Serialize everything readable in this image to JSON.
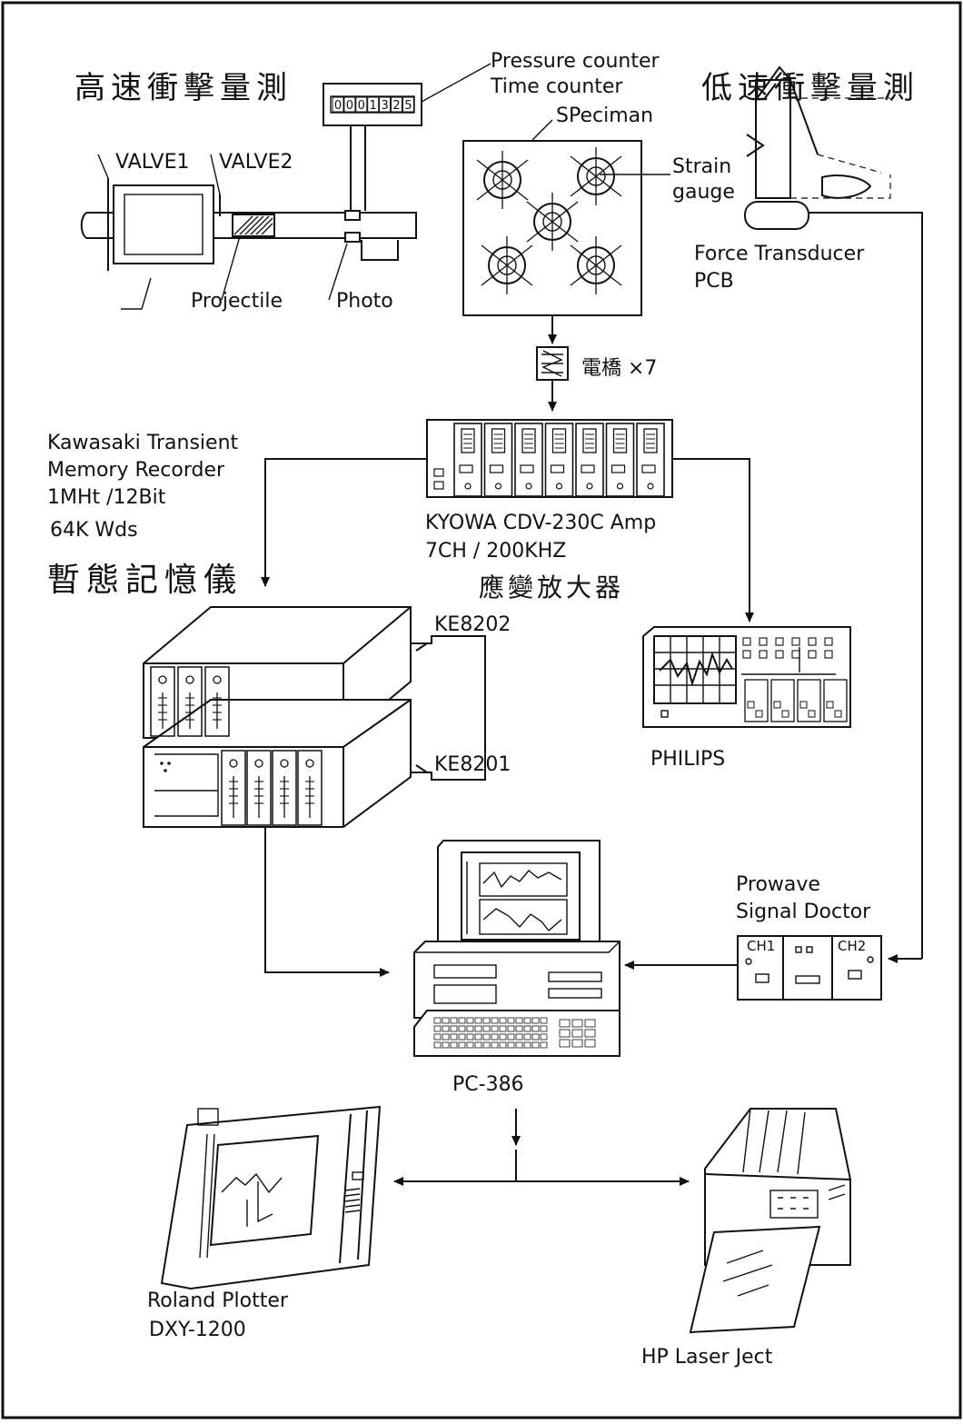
{
  "titles": {
    "high_speed": "高速衝擊量測",
    "low_speed": "低速衝擊量測"
  },
  "launcher": {
    "valve1": "VALVE1",
    "valve2": "VALVE2",
    "projectile": "Projectile",
    "photo": "Photo"
  },
  "counter": {
    "label_line1": "Pressure counter",
    "label_line2": "Time counter",
    "digits": [
      "0",
      "0",
      "0",
      "1",
      "3",
      "2",
      "5"
    ]
  },
  "specimen": {
    "label": "SPeciman",
    "strain_line1": "Strain",
    "strain_line2": "gauge"
  },
  "force": {
    "line1": "Force Transducer",
    "line2": "PCB"
  },
  "bridge": {
    "label": "電橋 ×7"
  },
  "amp": {
    "line1": "KYOWA CDV-230C Amp",
    "line2": "7CH / 200KHZ",
    "chinese": "應變放大器"
  },
  "recorder": {
    "line1": "Kawasaki Transient",
    "line2": "Memory Recorder",
    "line3": "1MHt /12Bit",
    "line4": "64K Wds",
    "chinese": "暫態記憶儀",
    "unit_top": "KE8202",
    "unit_bottom": "KE8201"
  },
  "scope": {
    "label": "PHILIPS"
  },
  "signal_doctor": {
    "line1": "Prowave",
    "line2": "Signal Doctor",
    "ch1": "CH1",
    "ch2": "CH2"
  },
  "pc": {
    "label": "PC-386"
  },
  "plotter": {
    "line1": "Roland Plotter",
    "line2": "DXY-1200"
  },
  "printer": {
    "label": "HP Laser Ject"
  }
}
